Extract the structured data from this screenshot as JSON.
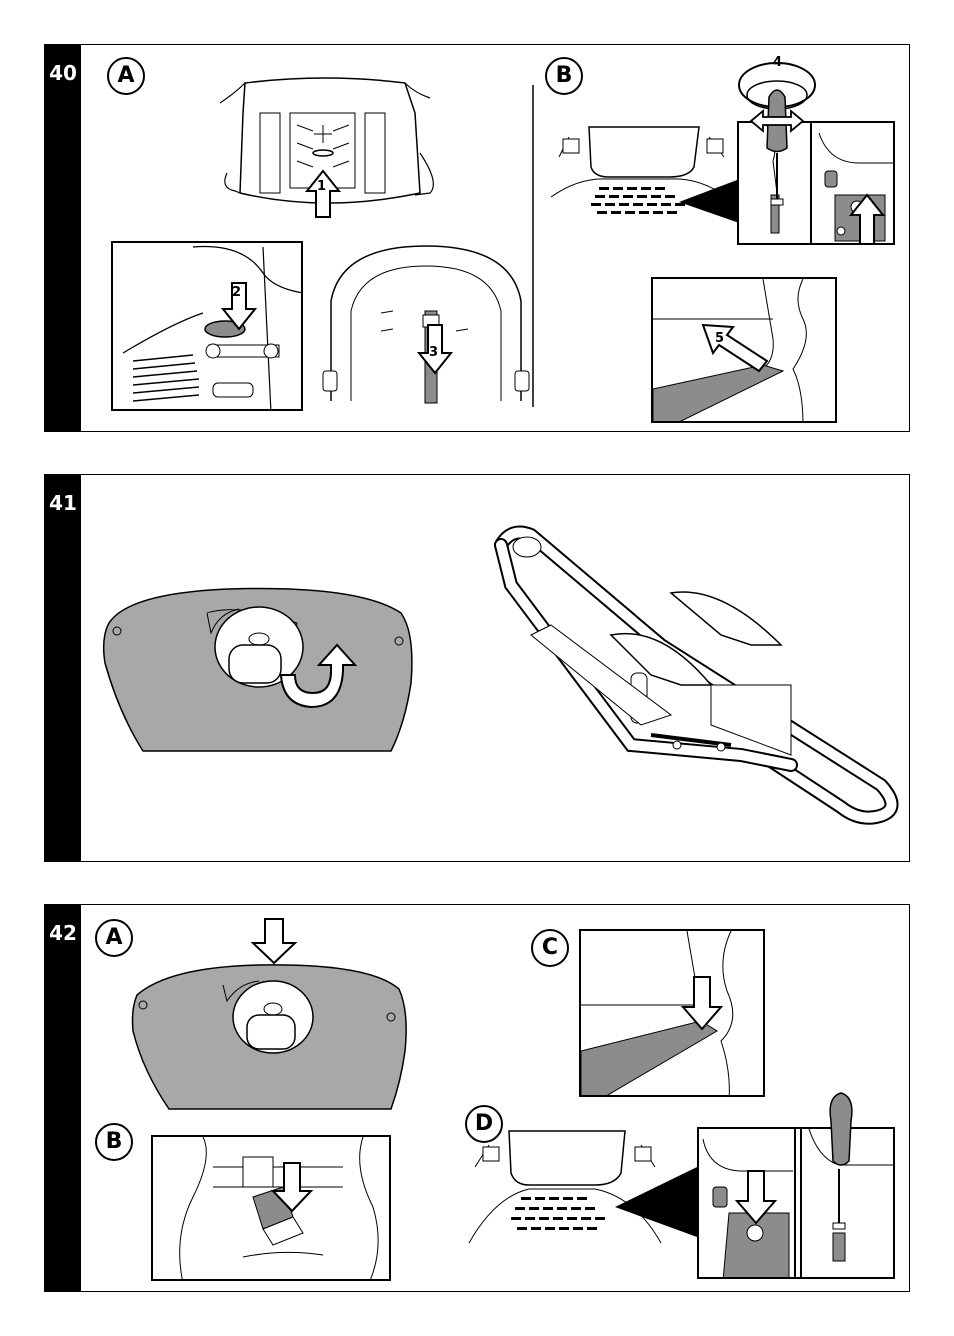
{
  "steps": {
    "s40": {
      "number": "40",
      "labels": {
        "a": "A",
        "b": "B"
      },
      "arrows": {
        "a1": "1",
        "a2": "2",
        "a3": "3",
        "b4": "4",
        "b5": "5"
      }
    },
    "s41": {
      "number": "41"
    },
    "s42": {
      "number": "42",
      "labels": {
        "a": "A",
        "b": "B",
        "c": "C",
        "d": "D"
      }
    }
  },
  "colors": {
    "fabric_gray": "#a8a8a8",
    "strap_gray": "#8c8c8c",
    "line": "#000000"
  }
}
